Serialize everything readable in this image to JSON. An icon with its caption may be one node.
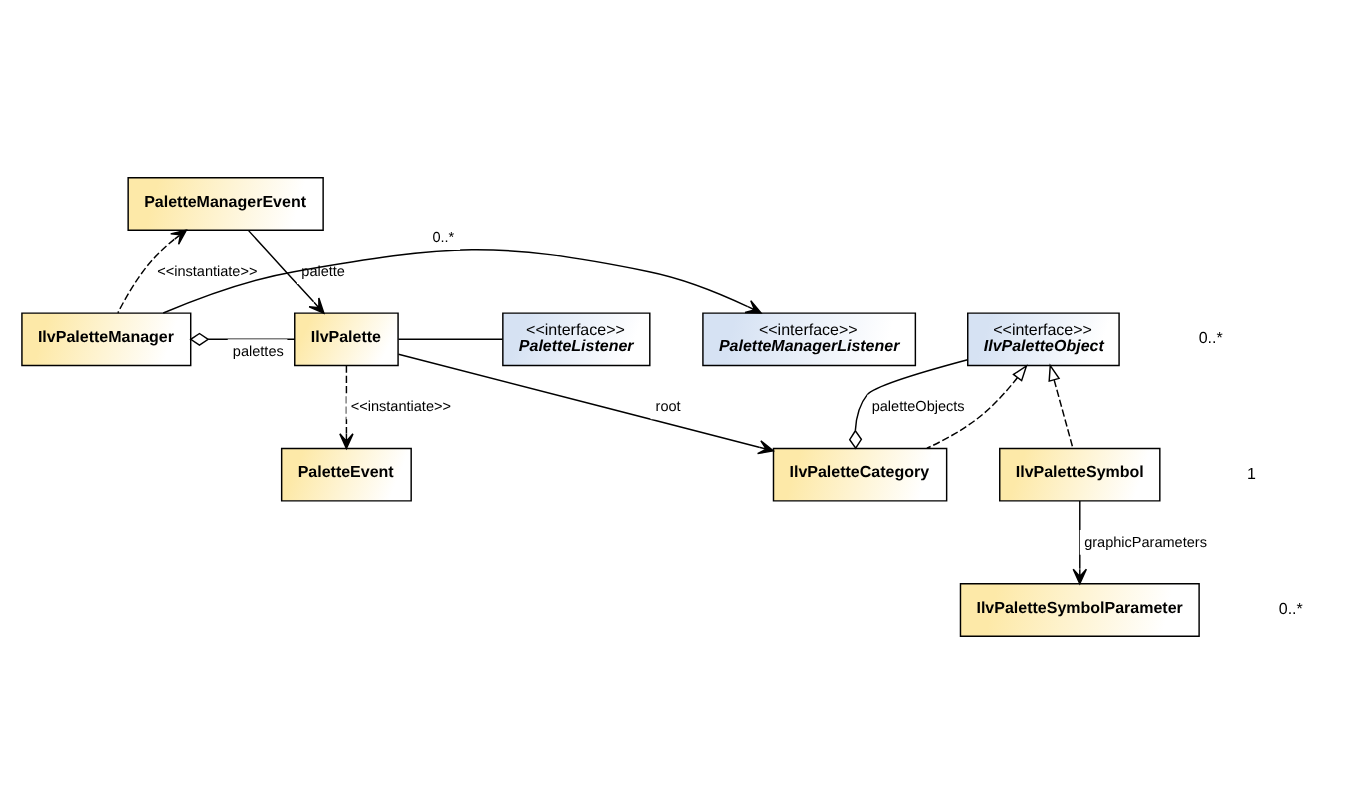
{
  "diagram": {
    "nodes": [
      {
        "text": [
          "PaletteManagerEvent"
        ]
      },
      {
        "text": [
          "<<interface>>",
          "PaletteManagerListener"
        ]
      },
      {
        "text": [
          "IlvPaletteManager"
        ]
      },
      {
        "text": [
          "IlvPalette"
        ]
      },
      {
        "text": [
          "<<interface>>",
          "PaletteListener"
        ]
      },
      {
        "text": [
          "<<interface>>",
          "IlvPaletteObject"
        ]
      },
      {
        "text": [
          "IlvPaletteSymbol"
        ]
      },
      {
        "text": [
          "IlvPaletteCategory"
        ]
      },
      {
        "text": [
          "PaletteEvent"
        ]
      },
      {
        "text": [
          "IlvPaletteSymbolParameter"
        ]
      }
    ],
    "edges": [
      {
        "from": 2,
        "to": 0,
        "arrow": "to",
        "style": "dashed",
        "label": "<<instantiate>>"
      },
      {
        "from": 2,
        "to": 1,
        "arrow": "to",
        "label": "0..*"
      },
      {
        "from": 2,
        "to": 3,
        "arrow": "other",
        "label": "palettes"
      },
      {
        "from": 0,
        "to": 3,
        "arrow": "to",
        "label": "palette"
      },
      {
        "from": 3,
        "to": 4,
        "arrow": "none"
      },
      {
        "from": 3,
        "to": 7,
        "arrow": "to",
        "label": "root"
      },
      {
        "from": 3,
        "to": 8,
        "arrow": "to",
        "style": "dashed",
        "label": "<<instantiate>>"
      },
      {
        "from": 7,
        "to": 5,
        "arrow": "other",
        "label": "paletteObjects"
      },
      {
        "from": 6,
        "to": 5,
        "arrow": "to",
        "style": "dashed"
      },
      {
        "from": 7,
        "to": 5,
        "arrow": "to",
        "style": "dashed"
      },
      {
        "from": 6,
        "to": 9,
        "arrow": "to",
        "label": "graphicParameters"
      }
    ],
    "labels": [
      "0..*",
      "1",
      "0..*"
    ]
  }
}
